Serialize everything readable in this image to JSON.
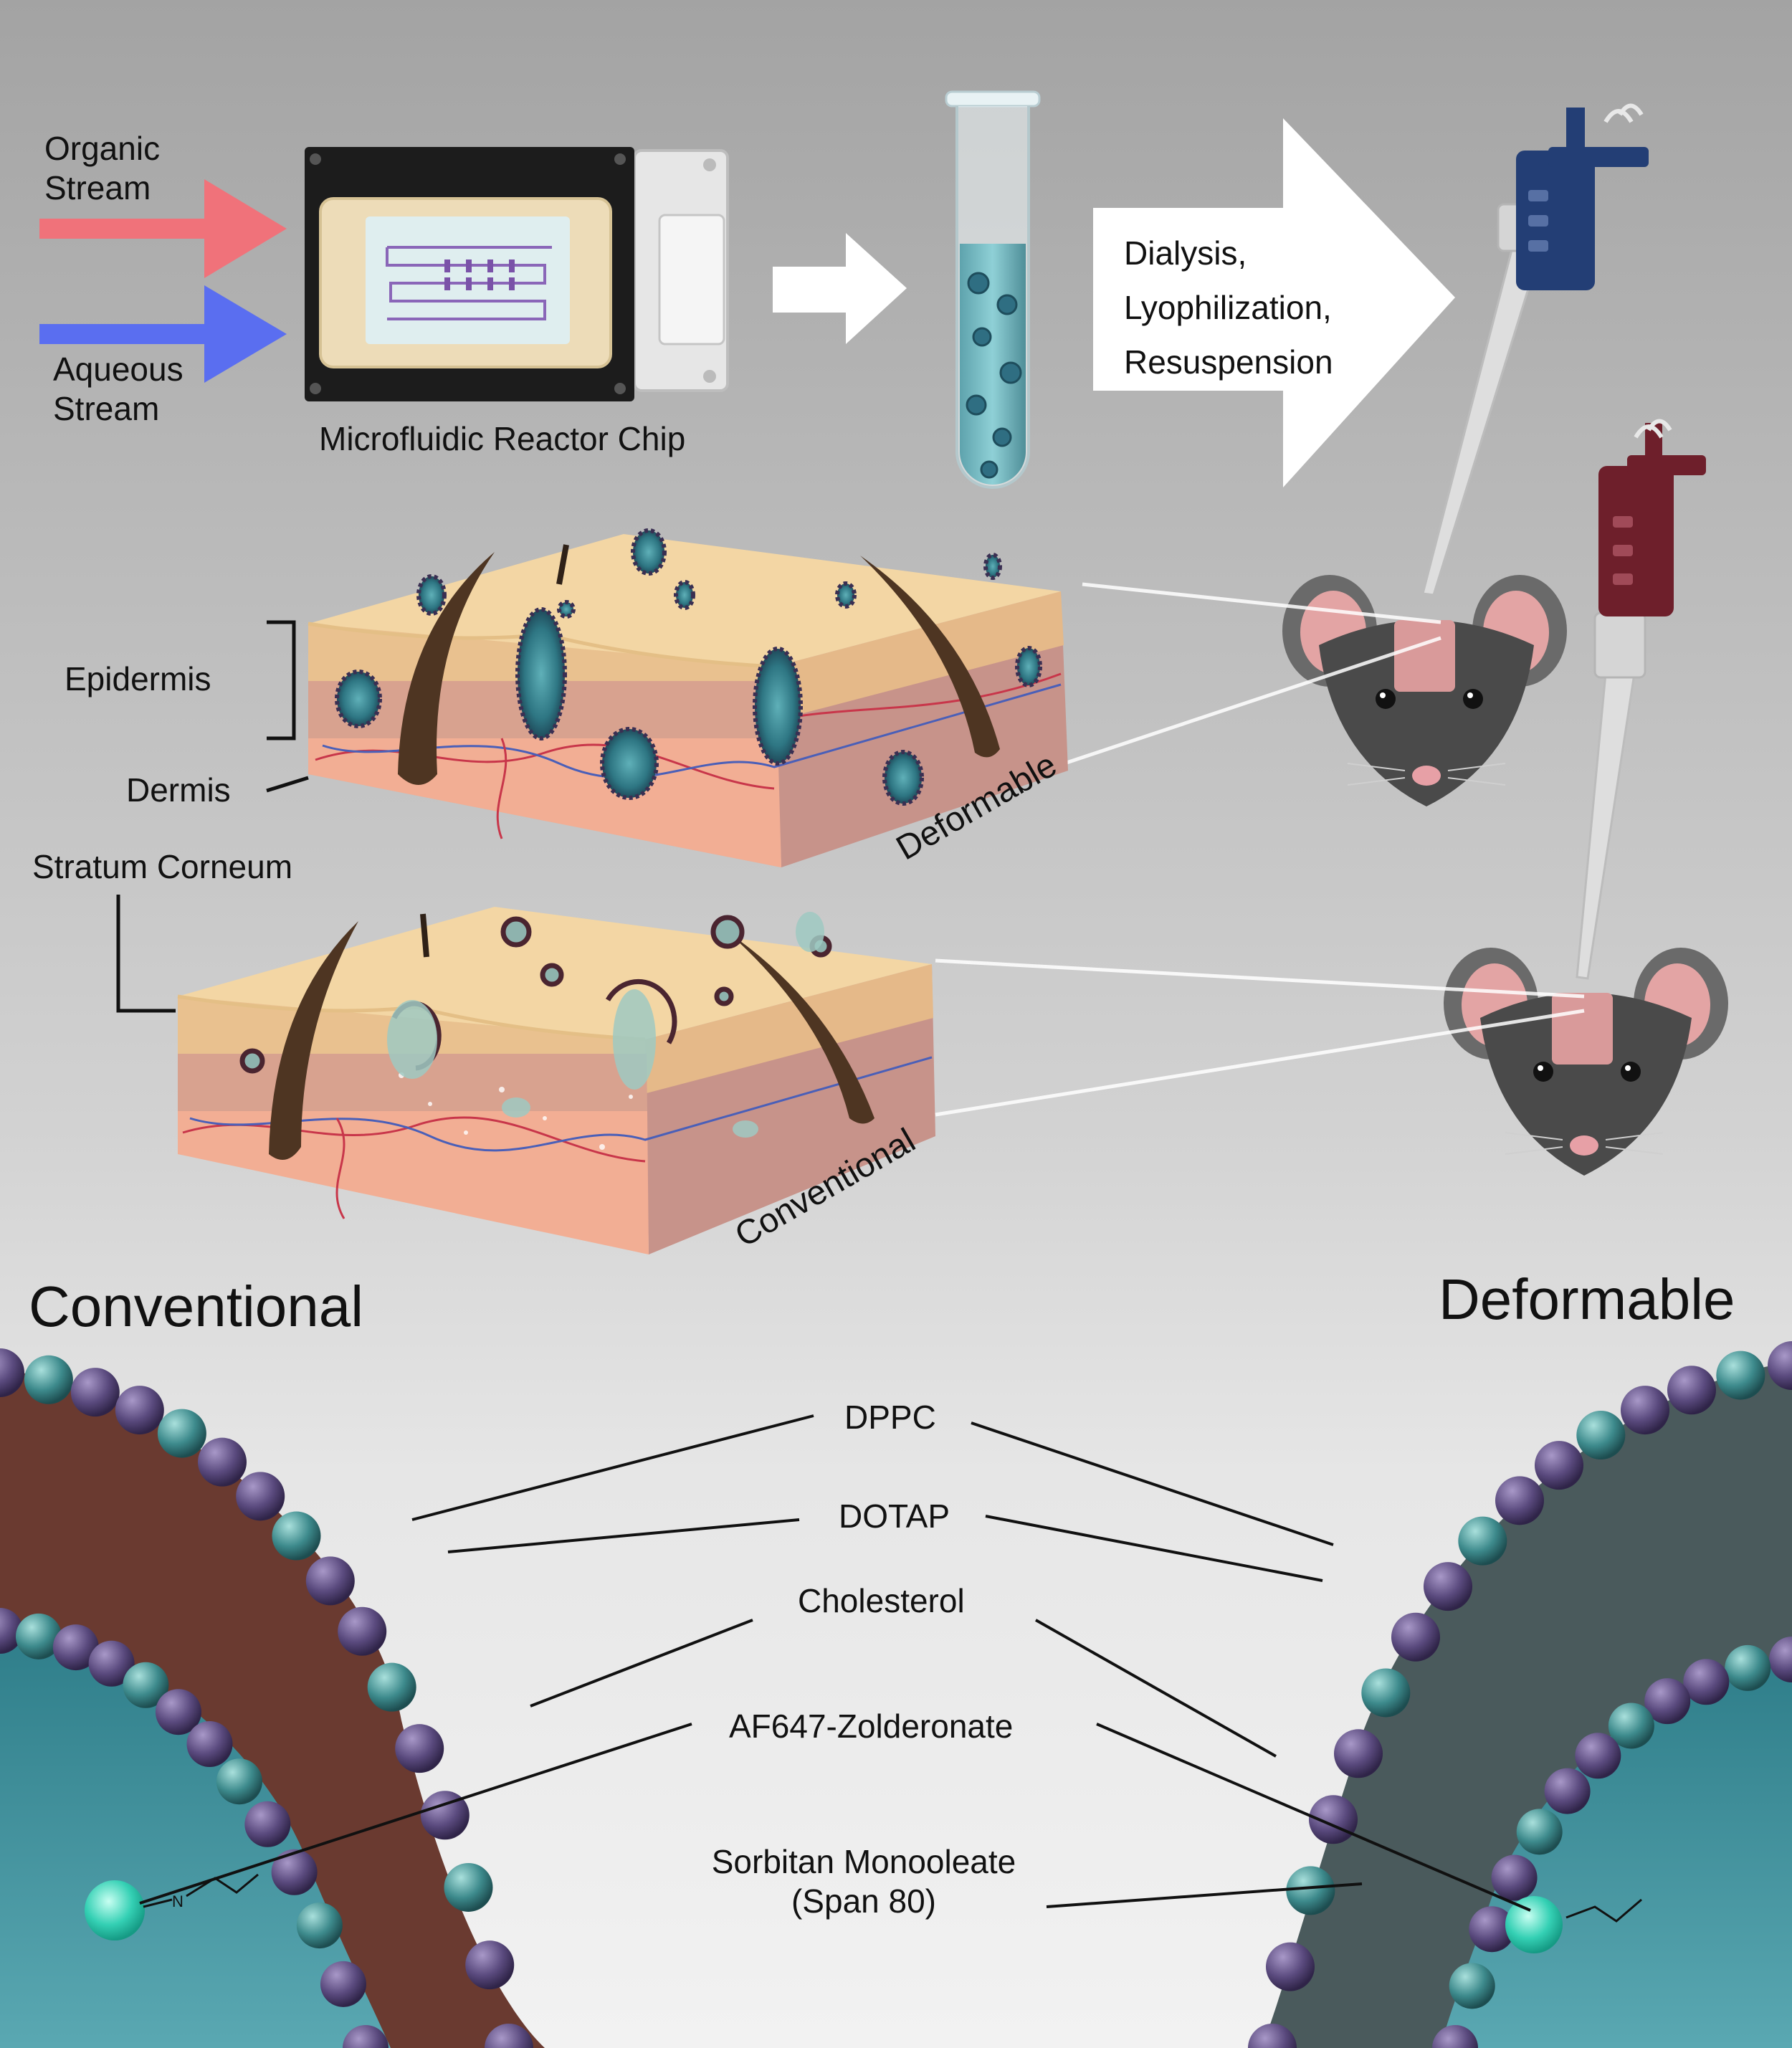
{
  "top": {
    "organic_stream": [
      "Organic",
      "Stream"
    ],
    "aqueous_stream": [
      "Aqueous",
      "Stream"
    ],
    "chip_label": "Microfluidic Reactor Chip",
    "process_steps": [
      "Dialysis,",
      "Lyophilization,",
      "Resuspension"
    ]
  },
  "skin": {
    "epidermis": "Epidermis",
    "dermis": "Dermis",
    "stratum_corneum": "Stratum Corneum",
    "deformable_block": "Deformable",
    "conventional_block": "Conventional"
  },
  "membrane": {
    "conventional_title": "Conventional",
    "deformable_title": "Deformable",
    "components": [
      "DPPC",
      "DOTAP",
      "Cholesterol",
      "AF647-Zolderonate"
    ],
    "span80": [
      "Sorbitan Monooleate",
      "(Span 80)"
    ]
  },
  "colors": {
    "organic_arrow": "#f0727a",
    "aqueous_arrow": "#5a6ef0",
    "skin_top": "#f3d6a4",
    "lipid_head_purple": "#5a4a7e",
    "lipid_head_teal": "#3d8a8c",
    "conventional_interior": "#6a3a30",
    "deformable_interior": "#4a5a5c",
    "liposome_core": "#3f8b96",
    "blue_pipette": "#233e75",
    "red_pipette": "#6e1f2b"
  },
  "icons": [
    "microfluidic-chip-icon",
    "test-tube-icon",
    "pipette-icon",
    "mouse-icon",
    "skin-block-icon",
    "liposome-icon",
    "hair-icon"
  ]
}
